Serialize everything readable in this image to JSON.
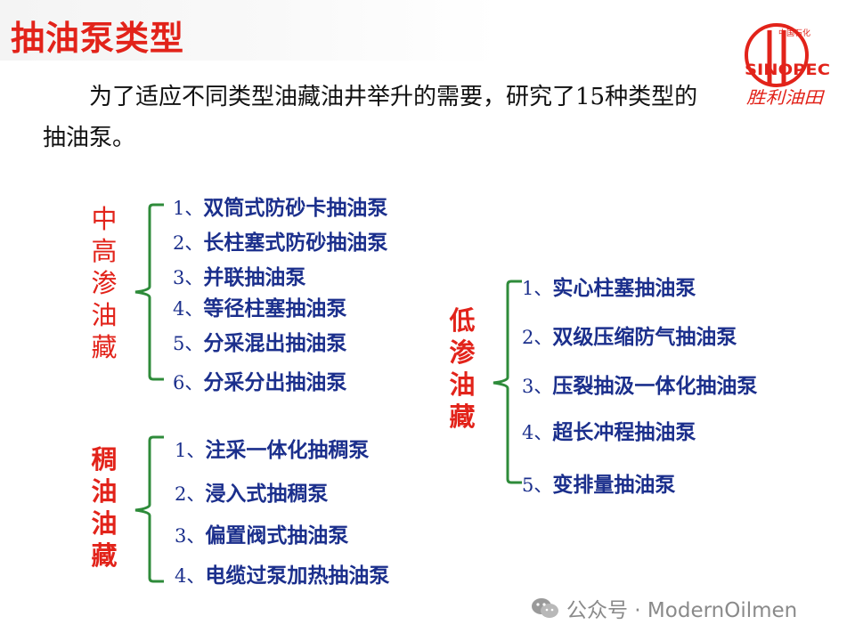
{
  "title": "抽油泵类型",
  "logo": {
    "top_text": "中国石化",
    "brand": "SINOPEC",
    "bottom_text": "胜利油田",
    "color": "#e2231a"
  },
  "intro": "为了适应不同类型油藏油井举升的需要，研究了15种类型的抽油泵。",
  "groups": {
    "medium": {
      "label": "中高渗油藏",
      "items": [
        {
          "num": "1、",
          "text": "双筒式防砂卡抽油泵"
        },
        {
          "num": "2、",
          "text": "长柱塞式防砂抽油泵"
        },
        {
          "num": "3、",
          "text": "并联抽油泵"
        },
        {
          "num": "4、",
          "text": "等径柱塞抽油泵"
        },
        {
          "num": "5、",
          "text": "分采混出抽油泵"
        },
        {
          "num": "6、",
          "text": "分采分出抽油泵"
        }
      ]
    },
    "heavy": {
      "label": "稠油油藏",
      "items": [
        {
          "num": "1、",
          "text": "注采一体化抽稠泵"
        },
        {
          "num": "2、",
          "text": "浸入式抽稠泵"
        },
        {
          "num": "3、",
          "text": "偏置阀式抽油泵"
        },
        {
          "num": "4、",
          "text": "电缆过泵加热抽油泵"
        }
      ]
    },
    "low": {
      "label": "低渗油藏",
      "items": [
        {
          "num": "1、",
          "text": "实心柱塞抽油泵"
        },
        {
          "num": "2、",
          "text": "双级压缩防气抽油泵"
        },
        {
          "num": "3、",
          "text": "压裂抽汲一体化抽油泵"
        },
        {
          "num": "4、",
          "text": "超长冲程抽油泵"
        },
        {
          "num": "5、",
          "text": "变排量抽油泵"
        }
      ]
    }
  },
  "colors": {
    "accent": "#e2231a",
    "item_text": "#1b2f8c",
    "brace": "#2e8b3a"
  },
  "watermark": "公众号 · ModernOilmen"
}
